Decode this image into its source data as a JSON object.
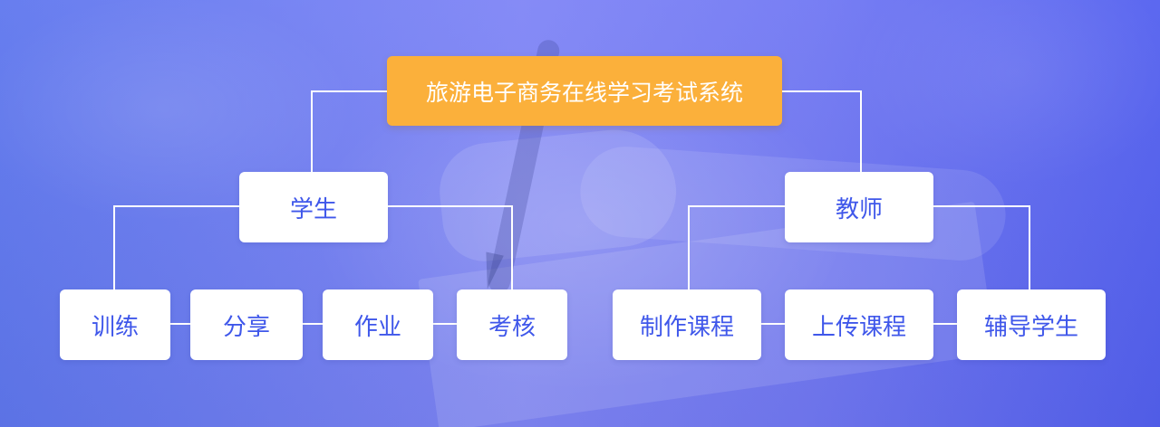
{
  "title": "旅游电子商务在线学习考试系统",
  "student": {
    "label": "学生",
    "children": [
      "训练",
      "分享",
      "作业",
      "考核"
    ]
  },
  "teacher": {
    "label": "教师",
    "children": [
      "制作课程",
      "上传课程",
      "辅导学生"
    ]
  },
  "colors": {
    "root_fill": "#fbb03b",
    "node_fill": "#ffffff",
    "node_text": "#3f57ea",
    "connector": "#ffffff"
  }
}
